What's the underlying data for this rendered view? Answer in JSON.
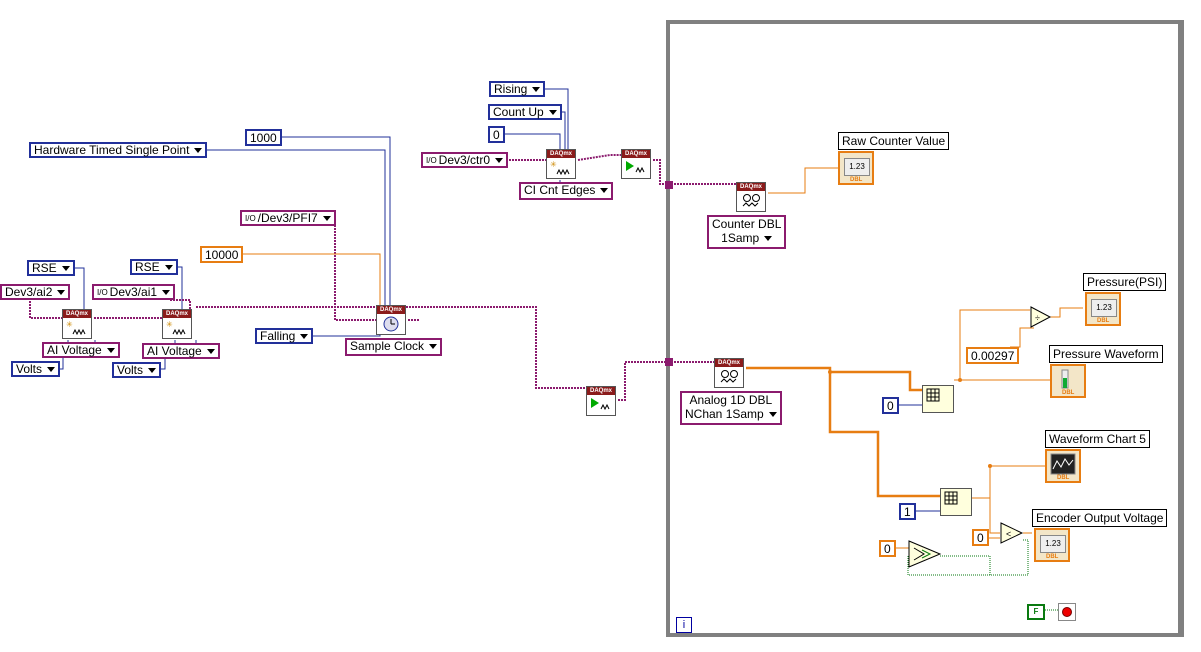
{
  "constants": {
    "timing_mode": "Hardware Timed Single Point",
    "samples": "1000",
    "rate": "10000",
    "pfi": "/Dev3/PFI7",
    "ai2": "Dev3/ai2",
    "ai1": "Dev3/ai1",
    "ctr0": "Dev3/ctr0",
    "rse_a": "RSE",
    "rse_b": "RSE",
    "ai_voltage_a": "AI Voltage",
    "ai_voltage_b": "AI Voltage",
    "volts_a": "Volts",
    "volts_b": "Volts",
    "falling": "Falling",
    "sample_clock": "Sample Clock",
    "rising": "Rising",
    "count_up": "Count Up",
    "zero_init": "0",
    "ci_cnt_edges": "CI Cnt Edges",
    "counter_read_line1": "Counter DBL",
    "counter_read_line2": "1Samp",
    "analog_read_line1": "Analog 1D DBL",
    "analog_read_line2": "NChan 1Samp",
    "scale": "0.00297",
    "index0": "0",
    "index1": "1",
    "cmp_zero_a": "0",
    "cmp_zero_b": "0",
    "io_glyph": "I/O"
  },
  "indicators": {
    "raw_counter": "Raw Counter Value",
    "pressure_psi": "Pressure(PSI)",
    "pressure_waveform": "Pressure Waveform",
    "waveform_chart": "Waveform Chart 5",
    "encoder_voltage": "Encoder Output Voltage",
    "numeric_glyph": "1.23",
    "dbl_tag": "DBL"
  },
  "node_header": "DAQmx",
  "loop": {
    "iteration": "i",
    "stop_false": "F"
  },
  "colors": {
    "blue": "#22309a",
    "purple": "#8b1b6e",
    "orange": "#e77d12",
    "loop_border": "#808080"
  }
}
